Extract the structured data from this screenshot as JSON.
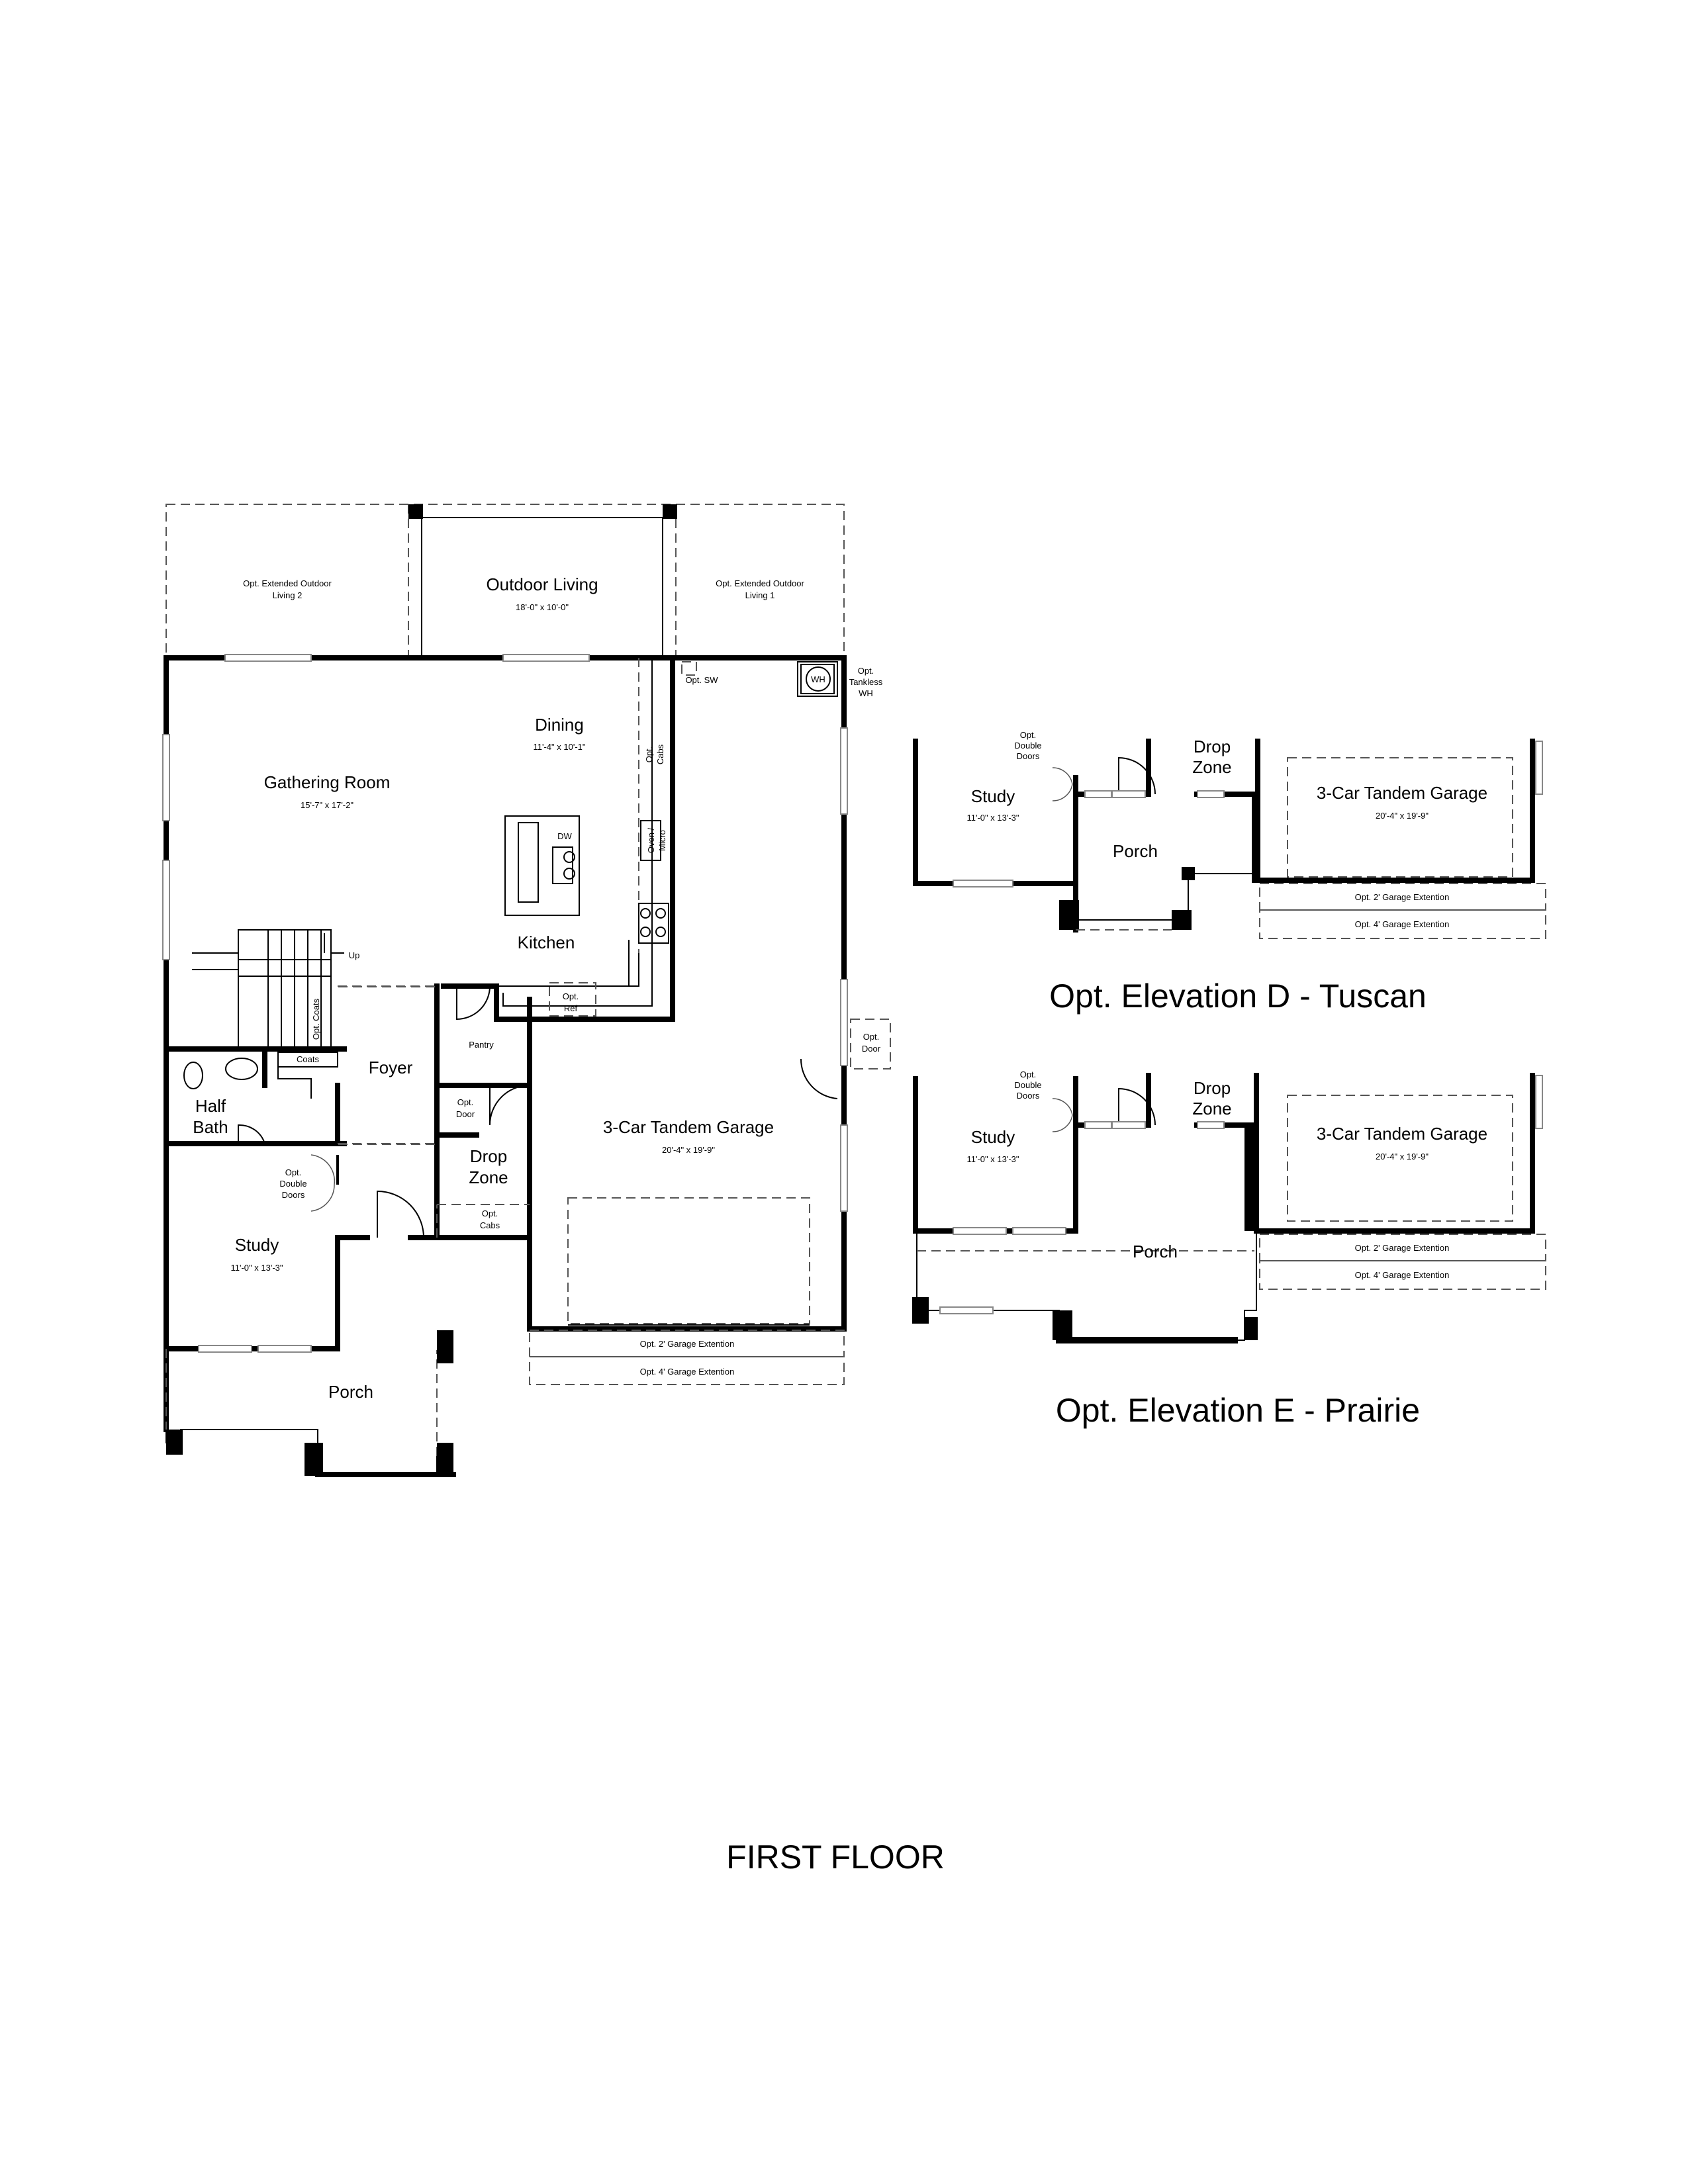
{
  "title": "FIRST FLOOR",
  "main_plan": {
    "rooms": {
      "outdoor_living": {
        "name": "Outdoor Living",
        "dim": "18'-0\" x 10'-0\""
      },
      "ext_outdoor_2": {
        "line1": "Opt. Extended Outdoor",
        "line2": "Living 2"
      },
      "ext_outdoor_1": {
        "line1": "Opt. Extended Outdoor",
        "line2": "Living 1"
      },
      "gathering_room": {
        "name": "Gathering Room",
        "dim": "15'-7\" x 17'-2\""
      },
      "dining": {
        "name": "Dining",
        "dim": "11'-4\" x 10'-1\""
      },
      "kitchen": {
        "name": "Kitchen"
      },
      "garage": {
        "name": "3-Car Tandem Garage",
        "dim": "20'-4\" x 19'-9\""
      },
      "foyer": {
        "name": "Foyer"
      },
      "half_bath": {
        "line1": "Half",
        "line2": "Bath"
      },
      "study": {
        "name": "Study",
        "dim": "11'-0\" x 13'-3\""
      },
      "drop_zone": {
        "line1": "Drop",
        "line2": "Zone"
      },
      "porch": {
        "name": "Porch"
      },
      "pantry": {
        "name": "Pantry"
      }
    },
    "notes": {
      "opt_sw": "Opt. SW",
      "wh": "WH",
      "tankless": [
        "Opt.",
        "Tankless",
        "WH"
      ],
      "opt_cabs_kitchen": [
        "Opt.",
        "Cabs"
      ],
      "oven_micro": [
        "Oven /",
        "Micro"
      ],
      "dw": "DW",
      "up": "Up",
      "opt_coats": [
        "Opt. Coats"
      ],
      "coats": "Coats",
      "opt_ref": [
        "Opt.",
        "Ref"
      ],
      "opt_door_garage": [
        "Opt.",
        "Door"
      ],
      "opt_door_drop": [
        "Opt.",
        "Door"
      ],
      "opt_cabs_drop": [
        "Opt.",
        "Cabs"
      ],
      "opt_double_doors": [
        "Opt.",
        "Double",
        "Doors"
      ],
      "garage_ext_2": "Opt. 2' Garage Extention",
      "garage_ext_4": "Opt. 4' Garage Extention"
    }
  },
  "elevation_d": {
    "title": "Opt. Elevation D - Tuscan",
    "study": {
      "name": "Study",
      "dim": "11'-0\" x 13'-3\""
    },
    "double_doors": [
      "Opt.",
      "Double",
      "Doors"
    ],
    "drop_zone": [
      "Drop",
      "Zone"
    ],
    "porch": "Porch",
    "garage": {
      "name": "3-Car Tandem Garage",
      "dim": "20'-4\" x 19'-9\""
    },
    "garage_ext_2": "Opt. 2' Garage Extention",
    "garage_ext_4": "Opt. 4' Garage Extention"
  },
  "elevation_e": {
    "title": "Opt. Elevation E - Prairie",
    "study": {
      "name": "Study",
      "dim": "11'-0\" x 13'-3\""
    },
    "double_doors": [
      "Opt.",
      "Double",
      "Doors"
    ],
    "drop_zone": [
      "Drop",
      "Zone"
    ],
    "porch": "Porch",
    "garage": {
      "name": "3-Car Tandem Garage",
      "dim": "20'-4\" x 19'-9\""
    },
    "garage_ext_2": "Opt. 2' Garage Extention",
    "garage_ext_4": "Opt. 4' Garage Extention"
  }
}
